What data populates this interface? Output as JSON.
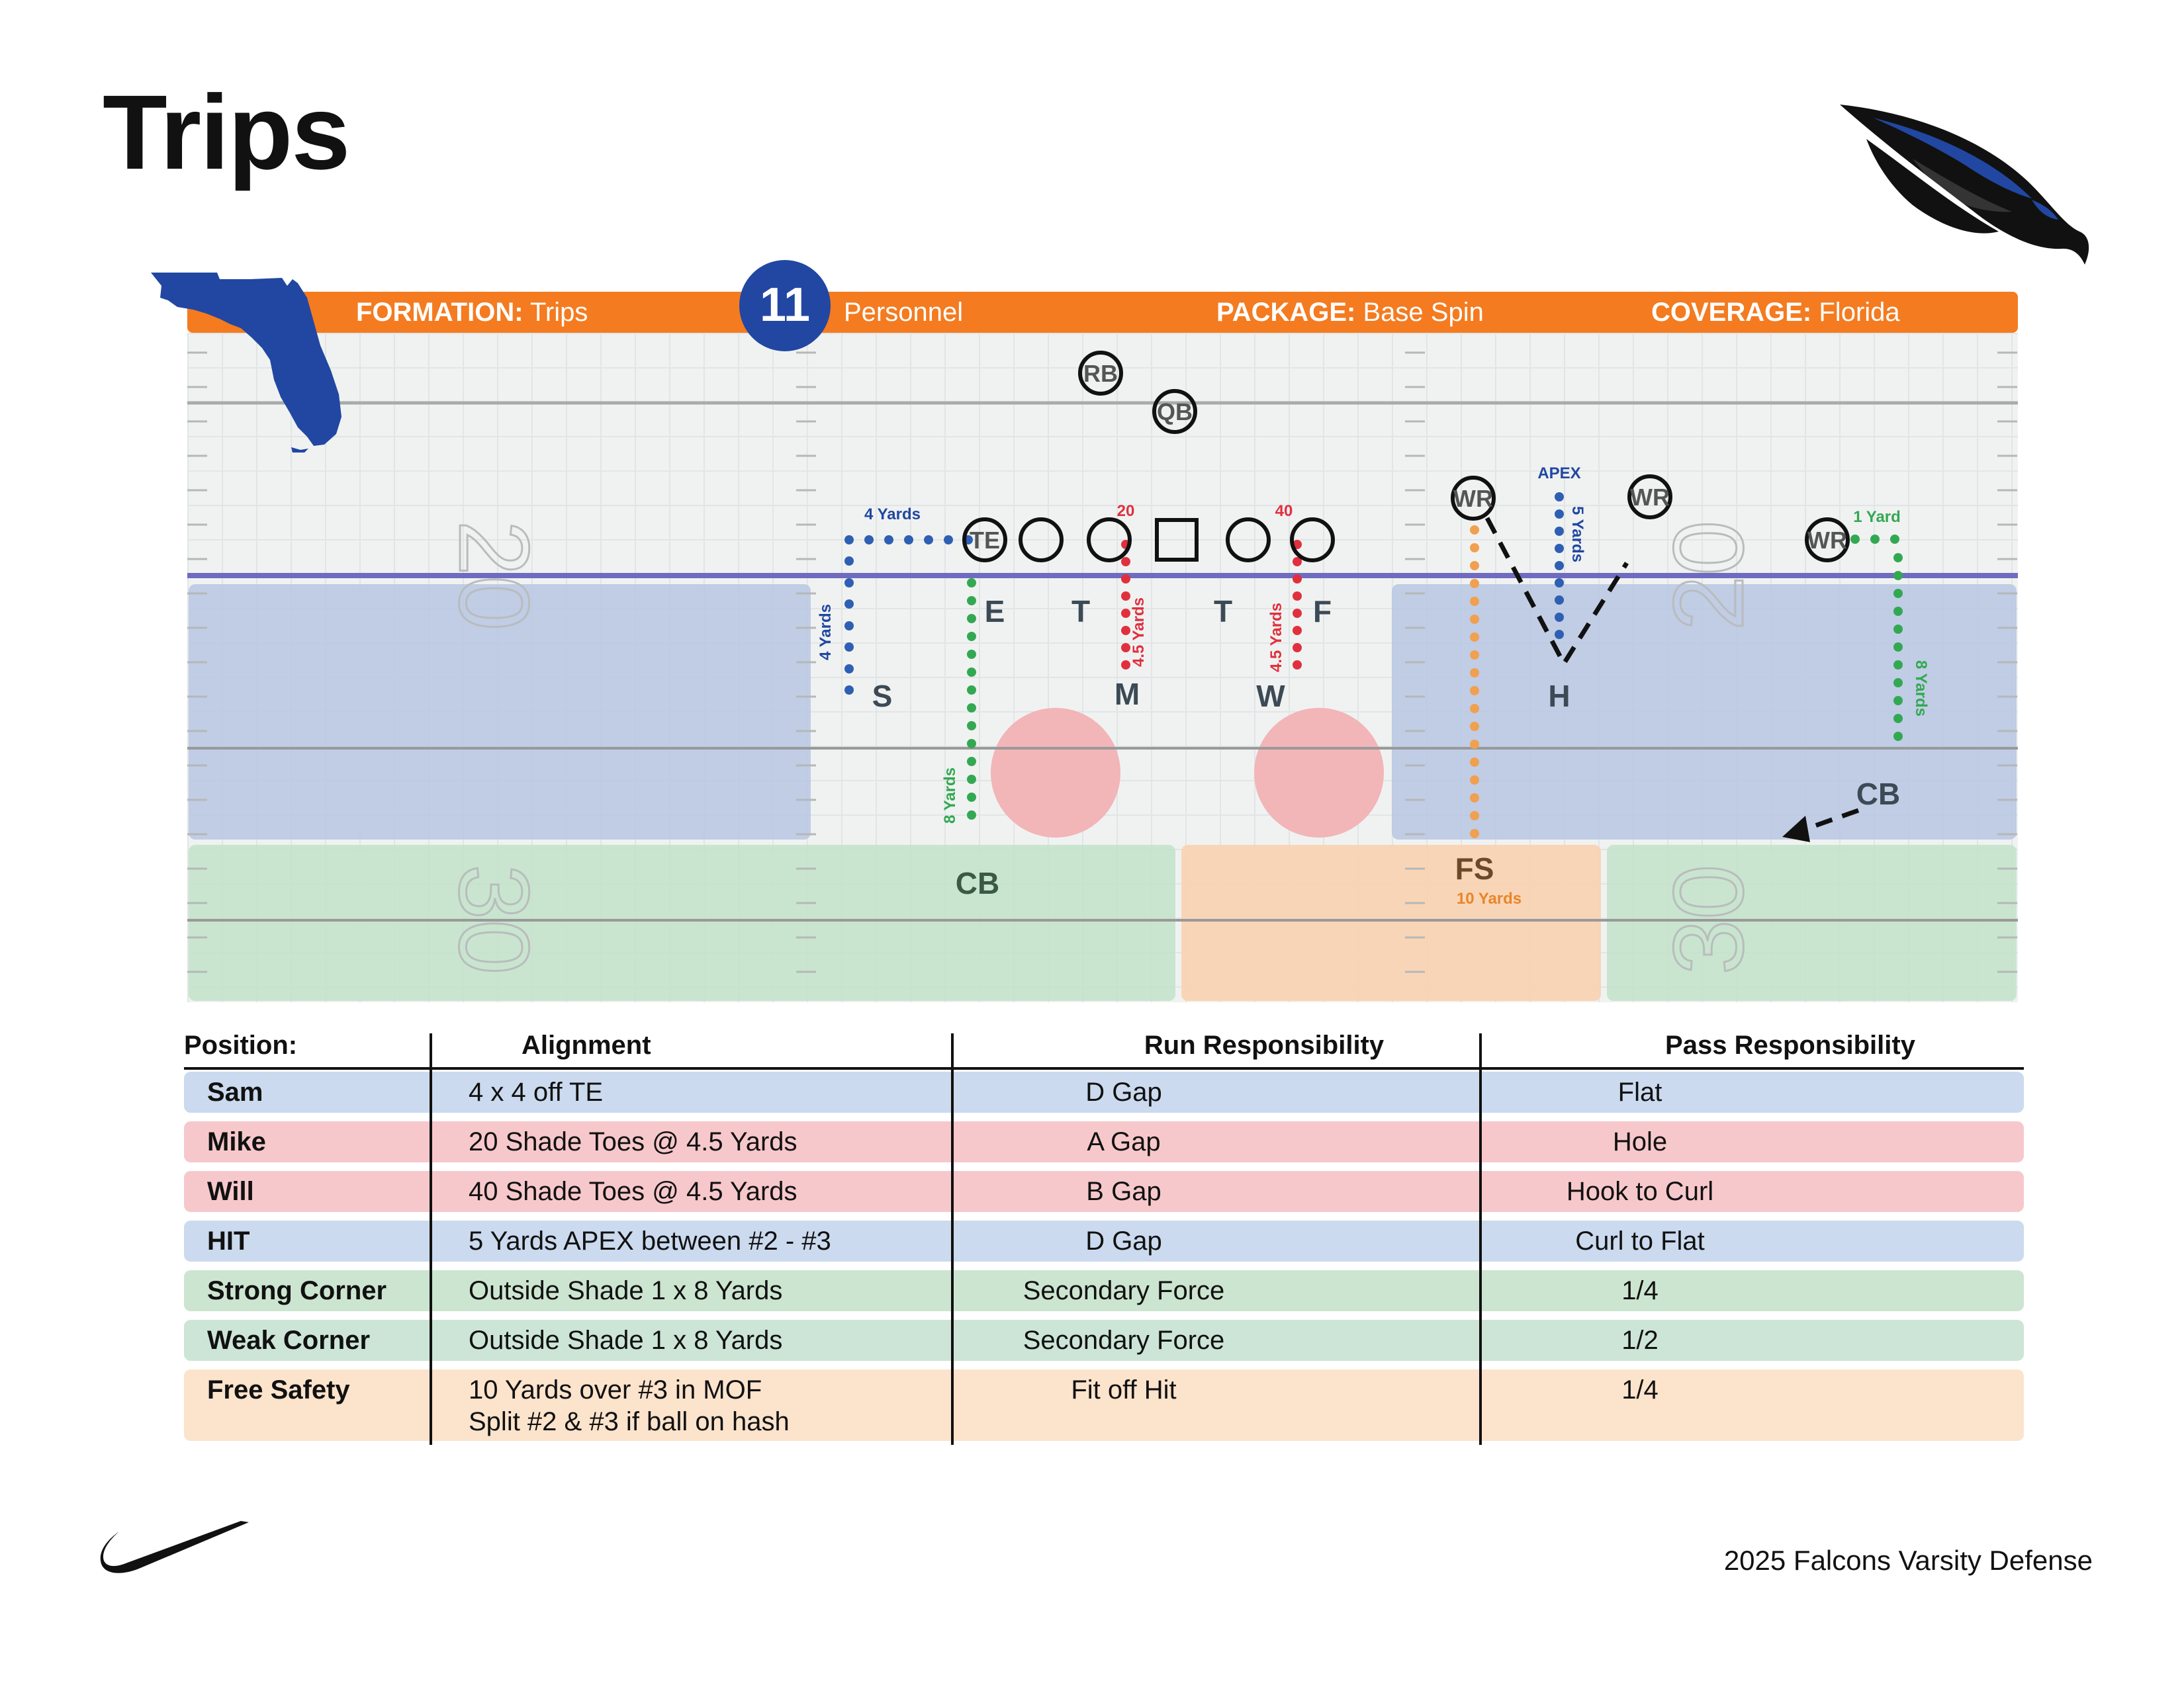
{
  "page": {
    "title": "Trips",
    "footer": "2025 Falcons Varsity Defense",
    "logo_icon": "falcon-head-icon",
    "brand_icon": "swoosh-icon",
    "state_icon": "florida-map-icon"
  },
  "banner": {
    "formation_label": "FORMATION:",
    "formation_value": "Trips",
    "personnel_number": "11",
    "personnel_label": "Personnel",
    "package_label": "PACKAGE:",
    "package_value": "Base Spin",
    "coverage_label": "COVERAGE:",
    "coverage_value": "Florida"
  },
  "colors": {
    "orange": "#F47B20",
    "navy": "#2147A2",
    "blue_zone": "#B7C7E3",
    "green_zone": "#C2E3C9",
    "orange_zone": "#F9D2B0",
    "red_zone": "#F2B5B8",
    "los": "#6F6CC0",
    "blue_route": "#2F5FB3",
    "green_route": "#33A852",
    "red_route": "#E0303E",
    "orange_route": "#F0A050"
  },
  "field": {
    "yard_numbers": [
      "20",
      "30",
      "20",
      "30"
    ],
    "offense": {
      "rb": "RB",
      "qb": "QB",
      "te": "TE",
      "wr1": "WR",
      "wr2": "WR",
      "wr3": "WR"
    },
    "defense": {
      "e": "E",
      "t1": "T",
      "t2": "T",
      "f": "F",
      "s": "S",
      "m": "M",
      "w": "W",
      "h": "H",
      "cb_left": "CB",
      "cb_right": "CB",
      "fs": "FS"
    },
    "annotations": {
      "four_yards_top": "4 Yards",
      "four_yards_side": "4 Yards",
      "eight_yards_left": "8 Yards",
      "eight_yards_right": "8 Yards",
      "shade_20": "20",
      "shade_40": "40",
      "mike_depth": "4.5 Yards",
      "will_depth": "4.5 Yards",
      "apex": "APEX",
      "hit_depth": "5 Yards",
      "one_yard": "1 Yard",
      "fs_depth": "10 Yards"
    }
  },
  "table": {
    "headers": {
      "position": "Position:",
      "alignment": "Alignment",
      "run": "Run Responsibility",
      "pass": "Pass Responsibility"
    },
    "rows": [
      {
        "position": "Sam",
        "alignment": "4 x 4 off TE",
        "alignment2": "",
        "run": "D Gap",
        "pass": "Flat",
        "color": "#CBDAEE"
      },
      {
        "position": "Mike",
        "alignment": "20 Shade Toes @ 4.5 Yards",
        "alignment2": "",
        "run": "A Gap",
        "pass": "Hole",
        "color": "#F7C8CB"
      },
      {
        "position": "Will",
        "alignment": "40 Shade Toes @ 4.5 Yards",
        "alignment2": "",
        "run": "B Gap",
        "pass": "Hook to Curl",
        "color": "#F7C8CB"
      },
      {
        "position": "HIT",
        "alignment": "5 Yards APEX between #2 - #3",
        "alignment2": "",
        "run": "D Gap",
        "pass": "Curl to Flat",
        "color": "#CBDAEE"
      },
      {
        "position": "Strong Corner",
        "alignment": "Outside Shade 1 x 8 Yards",
        "alignment2": "",
        "run": "Secondary Force",
        "pass": "1/4",
        "color": "#CCE5D0"
      },
      {
        "position": "Weak Corner",
        "alignment": "Outside Shade 1 x 8 Yards",
        "alignment2": "",
        "run": "Secondary Force",
        "pass": "1/2",
        "color": "#CCE5D7"
      },
      {
        "position": "Free Safety",
        "alignment": "10 Yards over #3 in MOF",
        "alignment2": "Split #2 & #3 if ball on hash",
        "run": "Fit off Hit",
        "pass": "1/4",
        "color": "#FCE3CC"
      }
    ]
  }
}
